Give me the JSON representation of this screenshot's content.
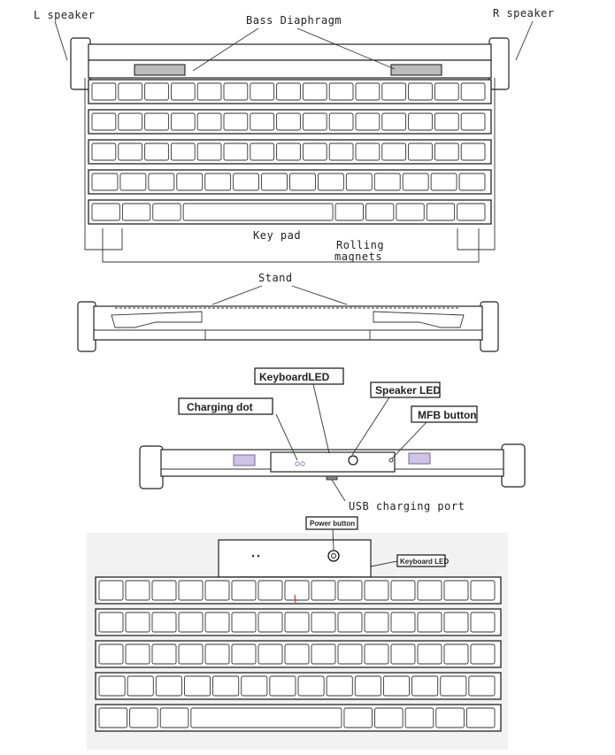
{
  "figure1": {
    "left_speaker": "L speaker",
    "right_speaker": "R speaker",
    "bass_diaphragm": "Bass Diaphragm",
    "key_pad": "Key pad",
    "rolling_magnets_line1": "Rolling",
    "rolling_magnets_line2": "magnets"
  },
  "figure2": {
    "stand": "Stand"
  },
  "figure3": {
    "keyboard_led": "KeyboardLED",
    "speaker_led": "Speaker LED",
    "charging_dot": "Charging dot",
    "mfb_button": "MFB button",
    "usb_charging_port": "USB charging port"
  },
  "figure4": {
    "power_button": "Power button",
    "keyboard_led": "Keyboard LED"
  },
  "colors": {
    "ink": "#222222",
    "accent_purple": "#9a7fc0",
    "accent_red": "#cc3333"
  }
}
